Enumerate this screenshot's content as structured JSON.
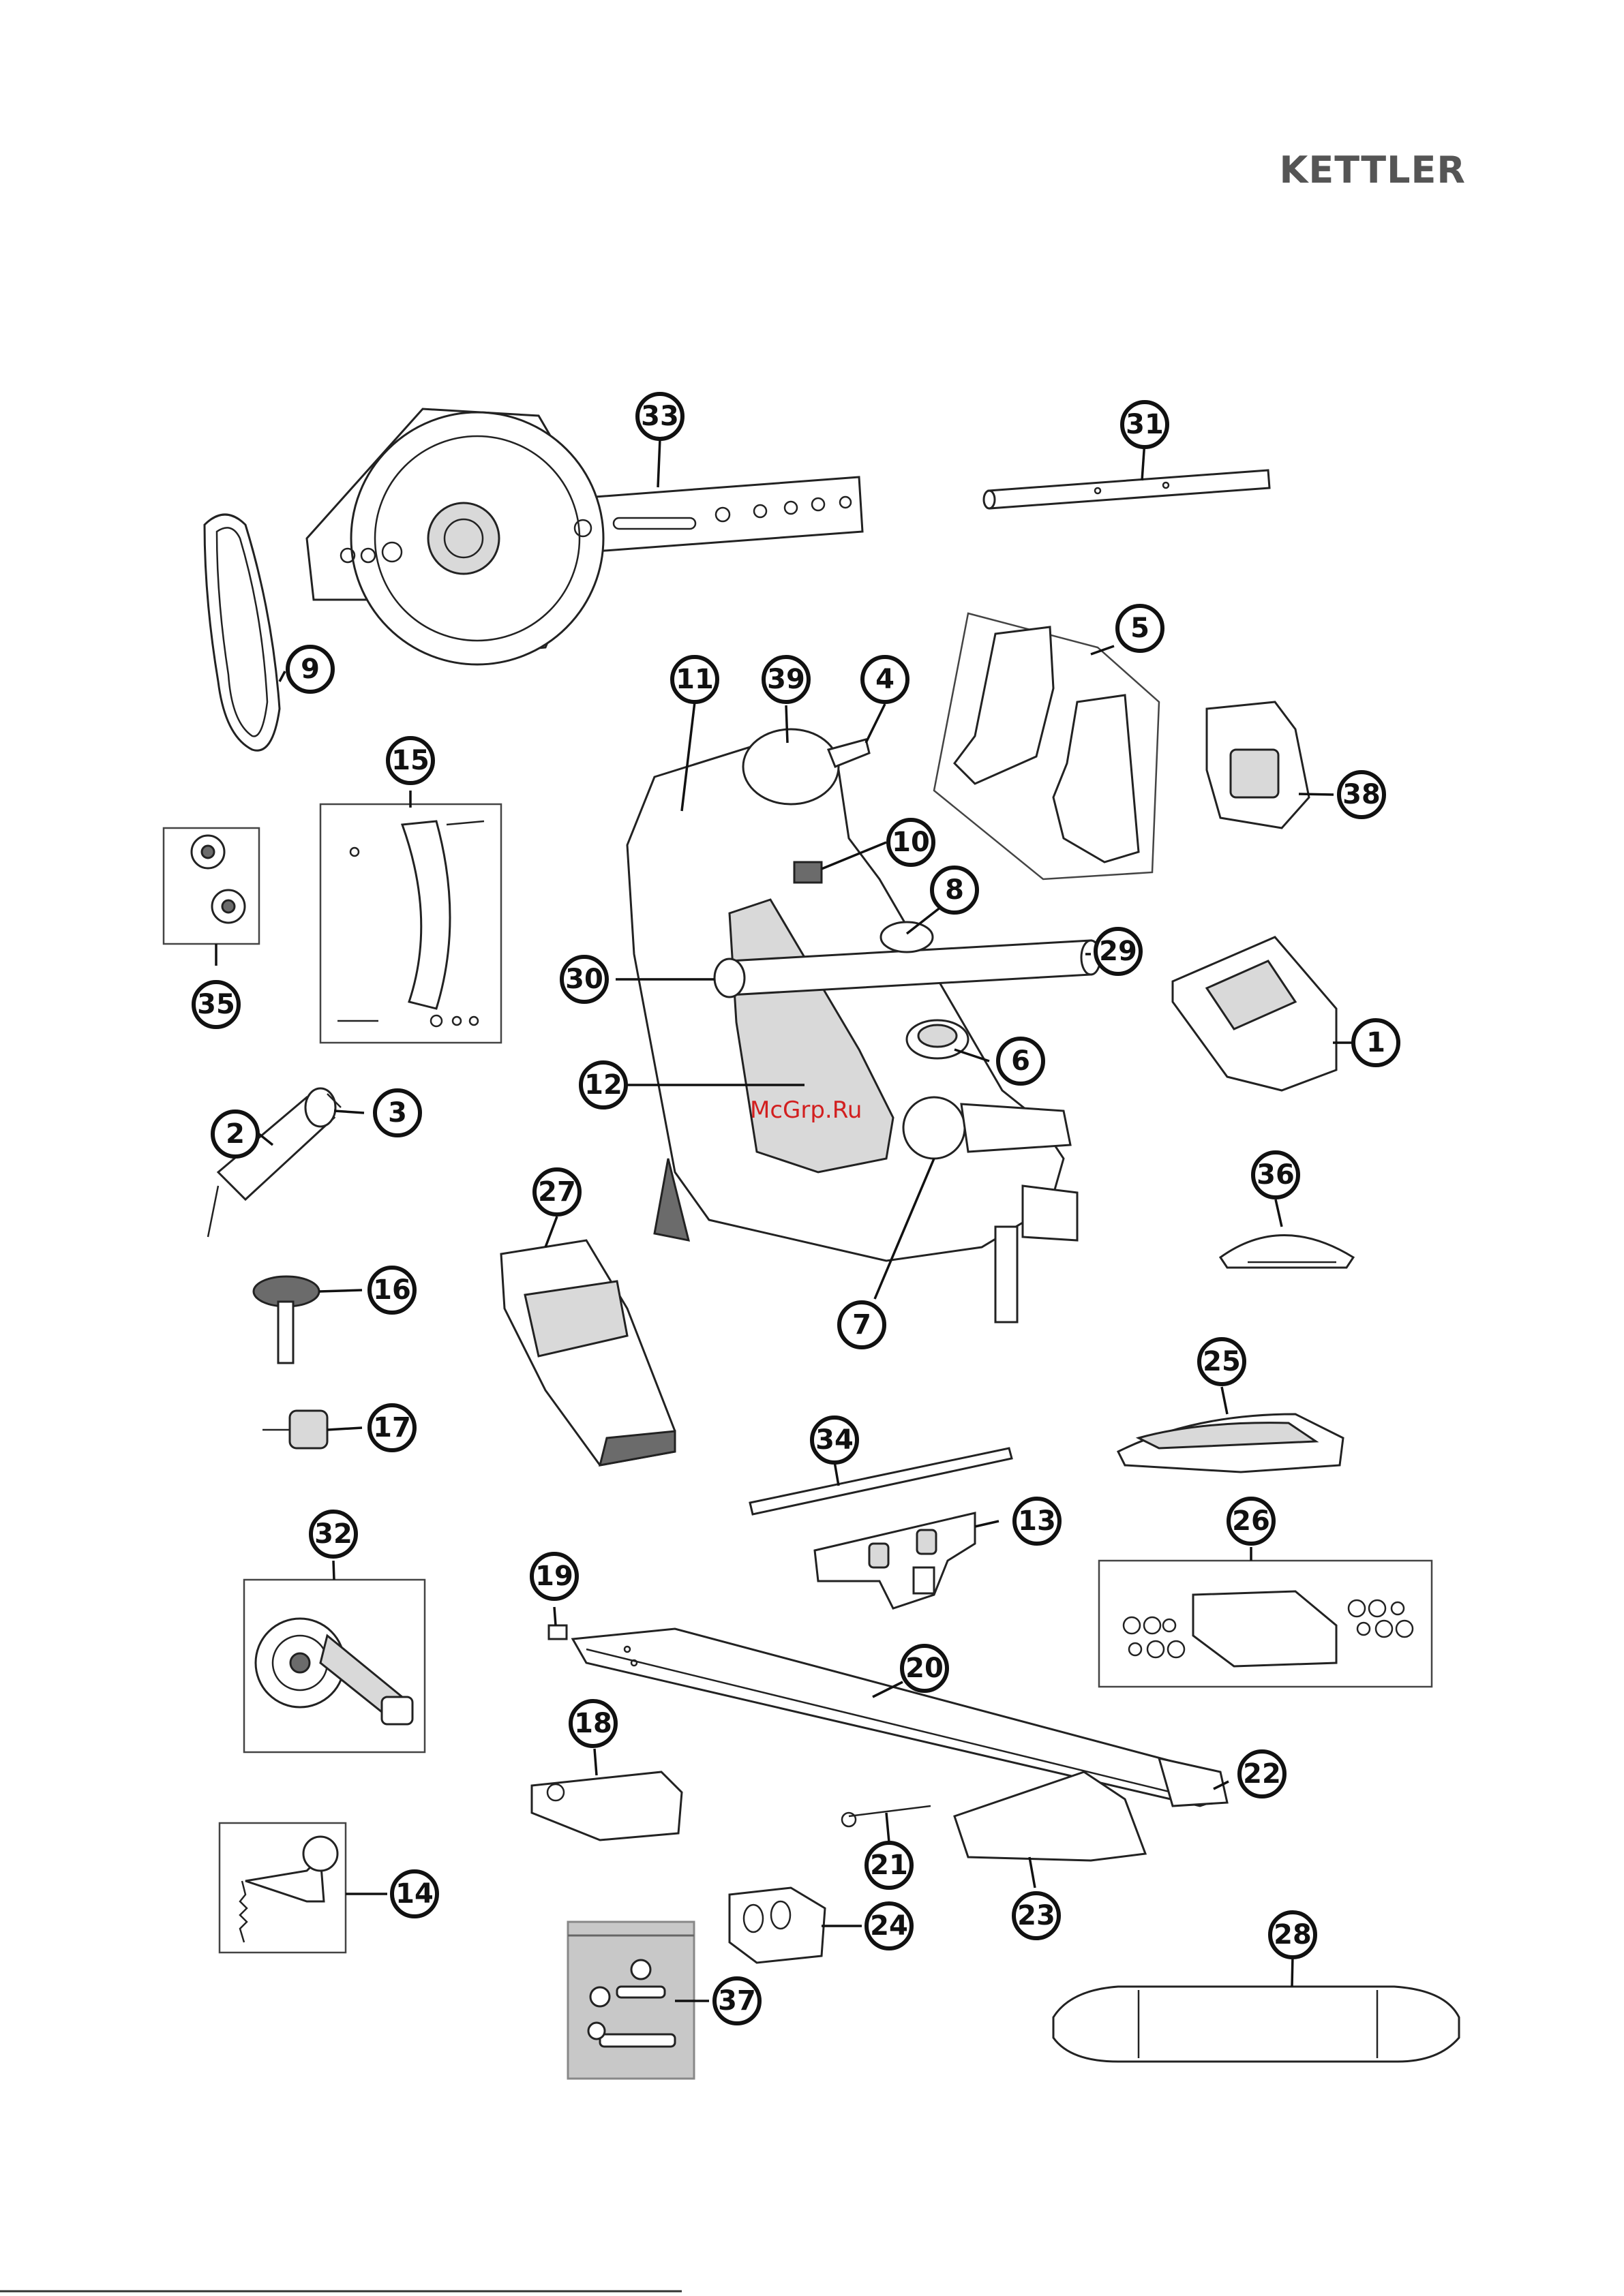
{
  "brand": "KETTLER",
  "watermark": "McGrp.Ru",
  "callouts": [
    {
      "id": "c33",
      "label": "33"
    },
    {
      "id": "c31",
      "label": "31"
    },
    {
      "id": "c9",
      "label": "9"
    },
    {
      "id": "c5",
      "label": "5"
    },
    {
      "id": "c11",
      "label": "11"
    },
    {
      "id": "c39",
      "label": "39"
    },
    {
      "id": "c4",
      "label": "4"
    },
    {
      "id": "c38",
      "label": "38"
    },
    {
      "id": "c15",
      "label": "15"
    },
    {
      "id": "c10",
      "label": "10"
    },
    {
      "id": "c8",
      "label": "8"
    },
    {
      "id": "c29",
      "label": "29"
    },
    {
      "id": "c30",
      "label": "30"
    },
    {
      "id": "c35",
      "label": "35"
    },
    {
      "id": "c1",
      "label": "1"
    },
    {
      "id": "c6",
      "label": "6"
    },
    {
      "id": "c12",
      "label": "12"
    },
    {
      "id": "c2",
      "label": "2"
    },
    {
      "id": "c3",
      "label": "3"
    },
    {
      "id": "c36",
      "label": "36"
    },
    {
      "id": "c27",
      "label": "27"
    },
    {
      "id": "c16",
      "label": "16"
    },
    {
      "id": "c7",
      "label": "7"
    },
    {
      "id": "c25",
      "label": "25"
    },
    {
      "id": "c17",
      "label": "17"
    },
    {
      "id": "c34",
      "label": "34"
    },
    {
      "id": "c13",
      "label": "13"
    },
    {
      "id": "c32",
      "label": "32"
    },
    {
      "id": "c26",
      "label": "26"
    },
    {
      "id": "c19",
      "label": "19"
    },
    {
      "id": "c20",
      "label": "20"
    },
    {
      "id": "c18",
      "label": "18"
    },
    {
      "id": "c22",
      "label": "22"
    },
    {
      "id": "c21",
      "label": "21"
    },
    {
      "id": "c14",
      "label": "14"
    },
    {
      "id": "c23",
      "label": "23"
    },
    {
      "id": "c24",
      "label": "24"
    },
    {
      "id": "c37",
      "label": "37"
    },
    {
      "id": "c28",
      "label": "28"
    }
  ]
}
